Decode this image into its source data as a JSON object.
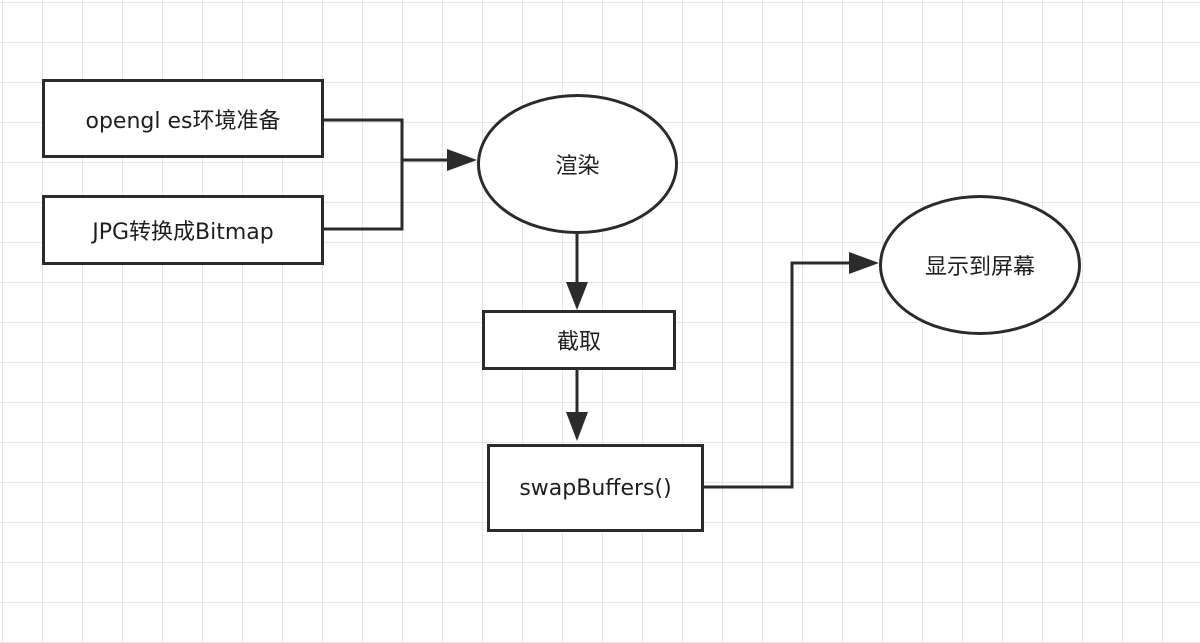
{
  "diagram": {
    "nodes": {
      "env": "opengl es环境准备",
      "jpg": "JPG转换成Bitmap",
      "render": "渲染",
      "capture": "截取",
      "swap": "swapBuffers()",
      "display": "显示到屏幕"
    },
    "edges": [
      {
        "from": "env",
        "to": "render"
      },
      {
        "from": "jpg",
        "to": "render"
      },
      {
        "from": "render",
        "to": "capture"
      },
      {
        "from": "capture",
        "to": "swap"
      },
      {
        "from": "swap",
        "to": "display"
      }
    ],
    "colors": {
      "stroke": "#2b2b2b",
      "grid": "#e6e6e6",
      "background": "#ffffff"
    }
  }
}
